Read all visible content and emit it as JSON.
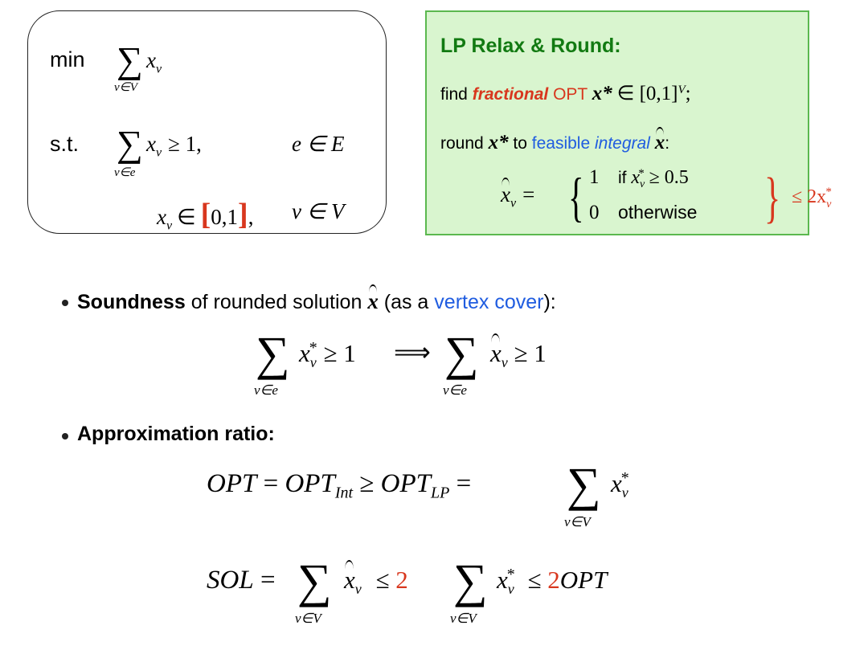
{
  "lp": {
    "min_word": "min",
    "st_word": "s.t.",
    "sum": "∑",
    "x": "x",
    "v": "v",
    "v_in_V": "v∈V",
    "v_in_e": "v∈e",
    "geq_one": "≥ 1,",
    "e_in_E": "e ∈ E",
    "in_sym": "∈",
    "interval_open": "[",
    "interval_inner": "0,1",
    "interval_close": "]",
    "interval_tail": ",",
    "v_in_V_right": "v ∈ V"
  },
  "round_box": {
    "title": "LP Relax & Round:",
    "line1": {
      "find": "find",
      "fractional": "fractional",
      "opt": "OPT",
      "xstar": "x*",
      "range": "∈ [0,1]",
      "sup_V": "V",
      "semi": ";"
    },
    "line2": {
      "round": "round",
      "xstar": "x*",
      "to": "to",
      "feasible": "feasible",
      "integral": "integral",
      "xhat": "x",
      "colon": ":"
    },
    "cases": {
      "lhs_x": "x",
      "lhs_v": "v",
      "eq": "=",
      "brace": "{",
      "one": "1",
      "if_word": "if",
      "cond_x": "x",
      "cond_v": "v",
      "cond_star": "*",
      "cond_rest": "≥ 0.5",
      "zero": "0",
      "otherwise": "otherwise",
      "right_brace": "}",
      "bound": "≤ 2x",
      "bound_v": "v",
      "bound_star": "*"
    }
  },
  "soundness": {
    "bold": "Soundness",
    "text1": " of rounded solution ",
    "xhat": "x",
    "text2": " (as a ",
    "vertex_cover": "vertex cover",
    "text3": "):",
    "formula": {
      "sum": "∑",
      "idx": "v∈e",
      "lhs_x": "x",
      "lhs_v": "v",
      "lhs_star": "*",
      "lhs_rest": "≥ 1",
      "implies": "⟹",
      "rhs_x": "x",
      "rhs_v": "v",
      "rhs_rest": "≥ 1"
    }
  },
  "approx": {
    "label": "Approximation ratio:",
    "line1": {
      "opt": "OPT",
      "eq1": "=",
      "opt_int": "OPT",
      "int_sub": "Int",
      "geq": "≥",
      "opt_lp": "OPT",
      "lp_sub": "LP",
      "eq2": "=",
      "sum": "∑",
      "idx": "v∈V",
      "x": "x",
      "v": "v",
      "star": "*"
    },
    "line2": {
      "sol": "SOL",
      "eq": "=",
      "sum": "∑",
      "idx": "v∈V",
      "xhat": "x",
      "v": "v",
      "leq1": "≤",
      "two1": "2",
      "x": "x",
      "star": "*",
      "leq2": "≤",
      "two2": "2",
      "opt": "OPT"
    }
  },
  "colors": {
    "red": "#d8371e",
    "blue": "#1f5ce0",
    "green": "#127a12",
    "green_box_bg": "#d9f5cf",
    "green_box_border": "#5bb84f"
  }
}
